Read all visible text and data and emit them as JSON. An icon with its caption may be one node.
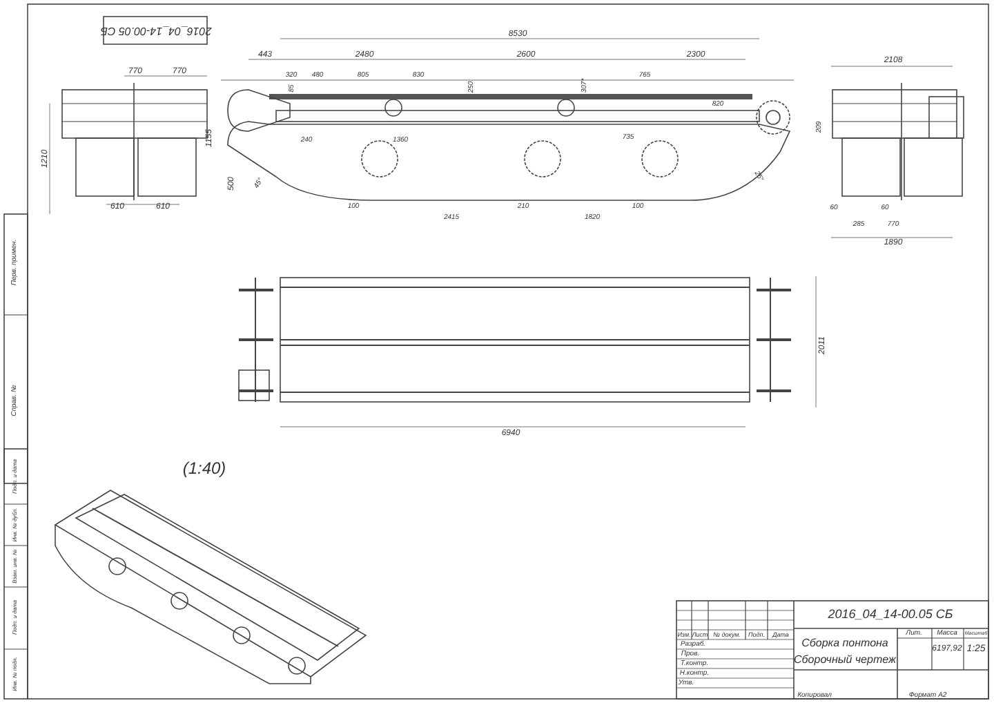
{
  "diagram": {
    "title": "Сборка понтона",
    "labels": [
      "2016_04_14-00.05 СБ",
      "770",
      "770",
      "1210",
      "610",
      "610",
      "8530",
      "443",
      "2480",
      "2600",
      "2300",
      "320",
      "480",
      "805",
      "830",
      "85",
      "250",
      "307*",
      "765",
      "820",
      "240",
      "1360",
      "735",
      "1155",
      "500",
      "45°",
      "100",
      "2415",
      "210",
      "1820",
      "100",
      "25°",
      "2108",
      "209",
      "60",
      "60",
      "285",
      "770",
      "1890",
      "2011",
      "6940",
      "(1:40)",
      "2016_04_14-00.05 СБ",
      "Сборочный чертеж",
      "Изм.",
      "Лист",
      "№ докум.",
      "Подп.",
      "Дата",
      "Разраб.",
      "Пров.",
      "Т.контр.",
      "Н.контр.",
      "Утв.",
      "Лит.",
      "Масса",
      "Масштаб",
      "6197,92",
      "1:25",
      "Копировал",
      "Формат A2",
      "Перв. примен.",
      "Справ. №",
      "Подп. и дата",
      "Инв. № дубл.",
      "Взам. инв. №",
      "Подп. и дата",
      "Инв. № подл."
    ]
  }
}
